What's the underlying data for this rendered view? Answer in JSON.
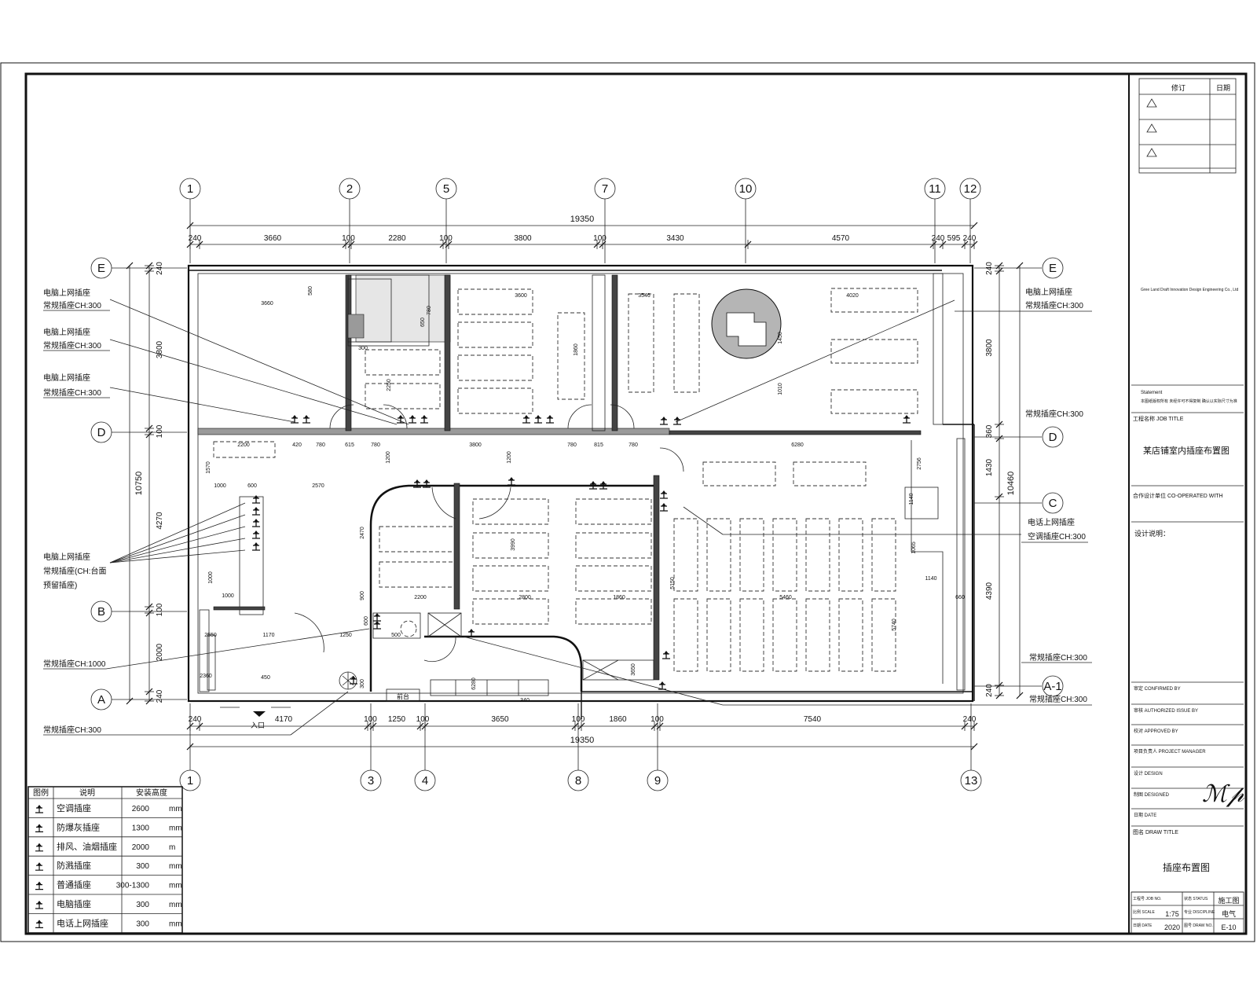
{
  "drawing": {
    "axes_top": [
      "1",
      "2",
      "5",
      "7",
      "10",
      "11",
      "12"
    ],
    "axes_bottom": [
      "1",
      "3",
      "4",
      "8",
      "9",
      "13"
    ],
    "axes_left": [
      "E",
      "D",
      "B",
      "A"
    ],
    "axes_right": [
      "E",
      "D",
      "C",
      "A-1"
    ],
    "dims_top_total": "19350",
    "dims_top": [
      "240",
      "3660",
      "100",
      "2280",
      "100",
      "3800",
      "100",
      "3430",
      "4570",
      "240",
      "595",
      "240"
    ],
    "dims_bottom_total": "19350",
    "dims_bottom": [
      "240",
      "4170",
      "100",
      "1250",
      "100",
      "3650",
      "100",
      "1860",
      "100",
      "7540",
      "240"
    ],
    "dims_left_total": "10750",
    "dims_left": [
      "240",
      "3800",
      "100",
      "4270",
      "100",
      "2000",
      "240"
    ],
    "dims_right_total": "10460",
    "dims_right": [
      "240",
      "3800",
      "360",
      "1430",
      "4390",
      "240"
    ],
    "room_dims": [
      "3660",
      "580",
      "780",
      "650",
      "300",
      "2250",
      "3600",
      "1860",
      "3546",
      "4020",
      "1450",
      "1010",
      "2200",
      "420",
      "780",
      "615",
      "780",
      "3800",
      "780",
      "815",
      "780",
      "6280",
      "1570",
      "1000",
      "600",
      "2570",
      "1200",
      "1200",
      "2470",
      "900",
      "2200",
      "1000",
      "3990",
      "2800",
      "1000",
      "1860",
      "5150",
      "5460",
      "5740",
      "2756",
      "1140",
      "1065",
      "1140",
      "660",
      "500",
      "1250",
      "1170",
      "2550",
      "450",
      "2360",
      "300",
      "340",
      "3650",
      "600",
      "6280"
    ],
    "labels_left": [
      {
        "line1": "电脑上网插座",
        "line2": "常规插座CH:300"
      },
      {
        "line1": "电脑上网插座",
        "line2": "常规插座CH:300"
      },
      {
        "line1": "电脑上网插座",
        "line2": "常规插座CH:300"
      }
    ],
    "label_multi": {
      "line1": "电脑上网插座",
      "line2": "常规插座(CH:台面",
      "line3": "预留插座)"
    },
    "label_1000": "常规插座CH:1000",
    "label_bottom_left": "常规插座CH:300",
    "labels_right": [
      {
        "line1": "电脑上网插座",
        "line2": "常规插座CH:300"
      },
      {
        "line1": "常规插座CH:300"
      },
      {
        "line1": "电话上网插座",
        "line2": "空调插座CH:300"
      },
      {
        "line1": "常规插座CH:300"
      },
      {
        "line1": "常规插座CH:300"
      }
    ],
    "entry_label": "入口",
    "reception_label": "前台"
  },
  "legend": {
    "headers": [
      "图例",
      "说明",
      "安装高度"
    ],
    "rows": [
      {
        "desc": "空调插座",
        "height": "2600",
        "unit": "mm"
      },
      {
        "desc": "防爆灰插座",
        "height": "1300",
        "unit": "mm"
      },
      {
        "desc": "排风、油烟插座",
        "height": "2000",
        "unit": "m"
      },
      {
        "desc": "防溅插座",
        "height": "300",
        "unit": "mm"
      },
      {
        "desc": "普通插座",
        "height": "300-1300",
        "unit": "mm"
      },
      {
        "desc": "电脑插座",
        "height": "300",
        "unit": "mm"
      },
      {
        "desc": "电话上网插座",
        "height": "300",
        "unit": "mm"
      }
    ]
  },
  "title_block": {
    "rev_header": [
      "修订",
      "日期"
    ],
    "company": "Gree Land Draft Innovation Design Engineering Co., Ltd",
    "statement_title": "Statement",
    "statement_text": "本图纸版权所有 未经许可不得复制 确认以实际尺寸为准",
    "job_title_label": "工程名称 JOB TITLE",
    "job_title": "某店铺室内插座布置图",
    "cooperate_label": "合作设计单位 CO-OPERATED WITH",
    "notes_label": "设计说明：",
    "sign_rows": [
      "审定 CONFIRMED BY",
      "审核 AUTHORIZED ISSUE BY",
      "校对 APPROVED BY",
      "项目负责人 PROJECT MANAGER",
      "设计 DESIGN",
      "制图 DESIGNED",
      "日期 DATE"
    ],
    "drawing_title_label": "图名 DRAW TITLE",
    "drawing_title": "插座布置图",
    "footer": [
      {
        "k": "工程号 JOB NO.",
        "v": ""
      },
      {
        "k": "状态 STATUS",
        "v": "施工图"
      },
      {
        "k": "比例 SCALE",
        "v": "1:75"
      },
      {
        "k": "专业 DISCIPLINE",
        "v": "电气"
      },
      {
        "k": "日期 DATE",
        "v": "2020"
      },
      {
        "k": "图号 DRAW NO.",
        "v": "E-10"
      }
    ]
  }
}
